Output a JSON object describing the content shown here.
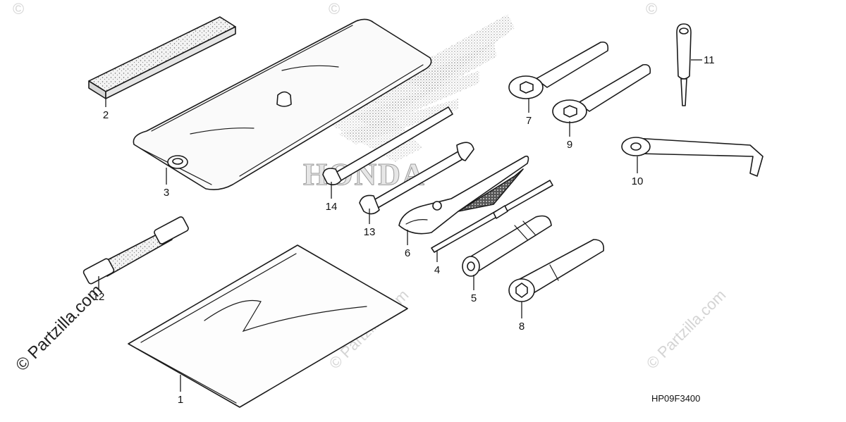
{
  "watermark": {
    "text": "© Partzilla.com",
    "short": "©"
  },
  "brand_text": "HONDA",
  "diagram_code": "HP09F3400",
  "callouts": [
    {
      "id": "1",
      "label": "1"
    },
    {
      "id": "2",
      "label": "2"
    },
    {
      "id": "3",
      "label": "3"
    },
    {
      "id": "4",
      "label": "4"
    },
    {
      "id": "5",
      "label": "5"
    },
    {
      "id": "6",
      "label": "6"
    },
    {
      "id": "7",
      "label": "7"
    },
    {
      "id": "8",
      "label": "8"
    },
    {
      "id": "9",
      "label": "9"
    },
    {
      "id": "10",
      "label": "10"
    },
    {
      "id": "11",
      "label": "11"
    },
    {
      "id": "12",
      "label": "12"
    },
    {
      "id": "13",
      "label": "13"
    },
    {
      "id": "14",
      "label": "14"
    }
  ]
}
